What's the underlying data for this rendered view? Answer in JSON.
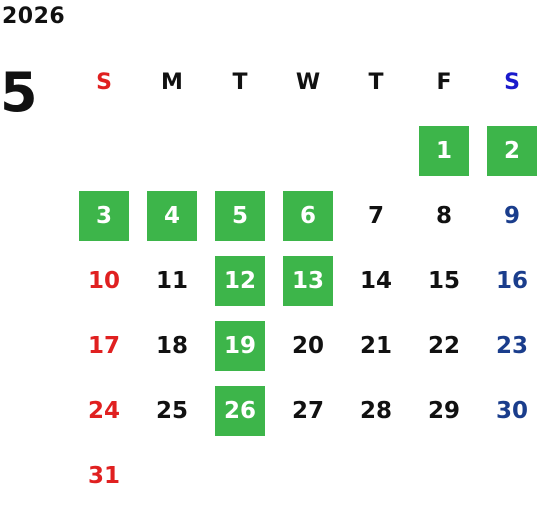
{
  "calendar": {
    "year": "2026",
    "month": "5",
    "weekdays": [
      {
        "label": "S",
        "color": "#e02020"
      },
      {
        "label": "M",
        "color": "#111111"
      },
      {
        "label": "T",
        "color": "#111111"
      },
      {
        "label": "W",
        "color": "#111111"
      },
      {
        "label": "T",
        "color": "#111111"
      },
      {
        "label": "F",
        "color": "#111111"
      },
      {
        "label": "S",
        "color": "#1a1acc"
      }
    ],
    "colors": {
      "sunday": "#e02020",
      "saturday": "#1a3d8c",
      "weekday": "#111111",
      "highlight_bg": "#3db54a",
      "highlight_text": "#ffffff"
    },
    "days": [
      {
        "day": "1",
        "col": 5,
        "highlighted": true
      },
      {
        "day": "2",
        "col": 6,
        "highlighted": true
      },
      {
        "day": "3",
        "col": 0,
        "highlighted": true
      },
      {
        "day": "4",
        "col": 1,
        "highlighted": true
      },
      {
        "day": "5",
        "col": 2,
        "highlighted": true
      },
      {
        "day": "6",
        "col": 3,
        "highlighted": true
      },
      {
        "day": "7",
        "col": 4,
        "highlighted": false
      },
      {
        "day": "8",
        "col": 5,
        "highlighted": false
      },
      {
        "day": "9",
        "col": 6,
        "highlighted": false
      },
      {
        "day": "10",
        "col": 0,
        "highlighted": false
      },
      {
        "day": "11",
        "col": 1,
        "highlighted": false
      },
      {
        "day": "12",
        "col": 2,
        "highlighted": true
      },
      {
        "day": "13",
        "col": 3,
        "highlighted": true
      },
      {
        "day": "14",
        "col": 4,
        "highlighted": false
      },
      {
        "day": "15",
        "col": 5,
        "highlighted": false
      },
      {
        "day": "16",
        "col": 6,
        "highlighted": false
      },
      {
        "day": "17",
        "col": 0,
        "highlighted": false
      },
      {
        "day": "18",
        "col": 1,
        "highlighted": false
      },
      {
        "day": "19",
        "col": 2,
        "highlighted": true
      },
      {
        "day": "20",
        "col": 3,
        "highlighted": false
      },
      {
        "day": "21",
        "col": 4,
        "highlighted": false
      },
      {
        "day": "22",
        "col": 5,
        "highlighted": false
      },
      {
        "day": "23",
        "col": 6,
        "highlighted": false
      },
      {
        "day": "24",
        "col": 0,
        "highlighted": false
      },
      {
        "day": "25",
        "col": 1,
        "highlighted": false
      },
      {
        "day": "26",
        "col": 2,
        "highlighted": true
      },
      {
        "day": "27",
        "col": 3,
        "highlighted": false
      },
      {
        "day": "28",
        "col": 4,
        "highlighted": false
      },
      {
        "day": "29",
        "col": 5,
        "highlighted": false
      },
      {
        "day": "30",
        "col": 6,
        "highlighted": false
      },
      {
        "day": "31",
        "col": 0,
        "highlighted": false
      }
    ]
  }
}
